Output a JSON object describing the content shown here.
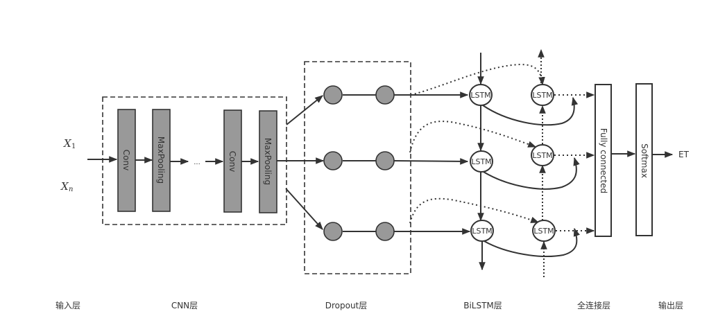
{
  "inputs": {
    "x1": "X",
    "x1_sub": "1",
    "xn": "X",
    "xn_sub": "n"
  },
  "cnn": {
    "blocks": [
      "Conv",
      "MaxPooling",
      "Conv",
      "MaxPooling"
    ],
    "ellipsis": "..."
  },
  "dropout": {
    "rows": 3,
    "nodes_per_row": 2
  },
  "bilstm": {
    "cell_label": "LSTM",
    "rows": 3
  },
  "fc": {
    "label": "Fully connected"
  },
  "softmax": {
    "label": "Softmax"
  },
  "output": {
    "label": "ET"
  },
  "layers": [
    {
      "label": "输入层"
    },
    {
      "label": "CNN层"
    },
    {
      "label": "Dropout层"
    },
    {
      "label": "BiLSTM层"
    },
    {
      "label": "全连接层"
    },
    {
      "label": "输出层"
    }
  ],
  "colors": {
    "stroke": "#333333",
    "block_fill": "#999999",
    "node_fill": "#999999"
  }
}
